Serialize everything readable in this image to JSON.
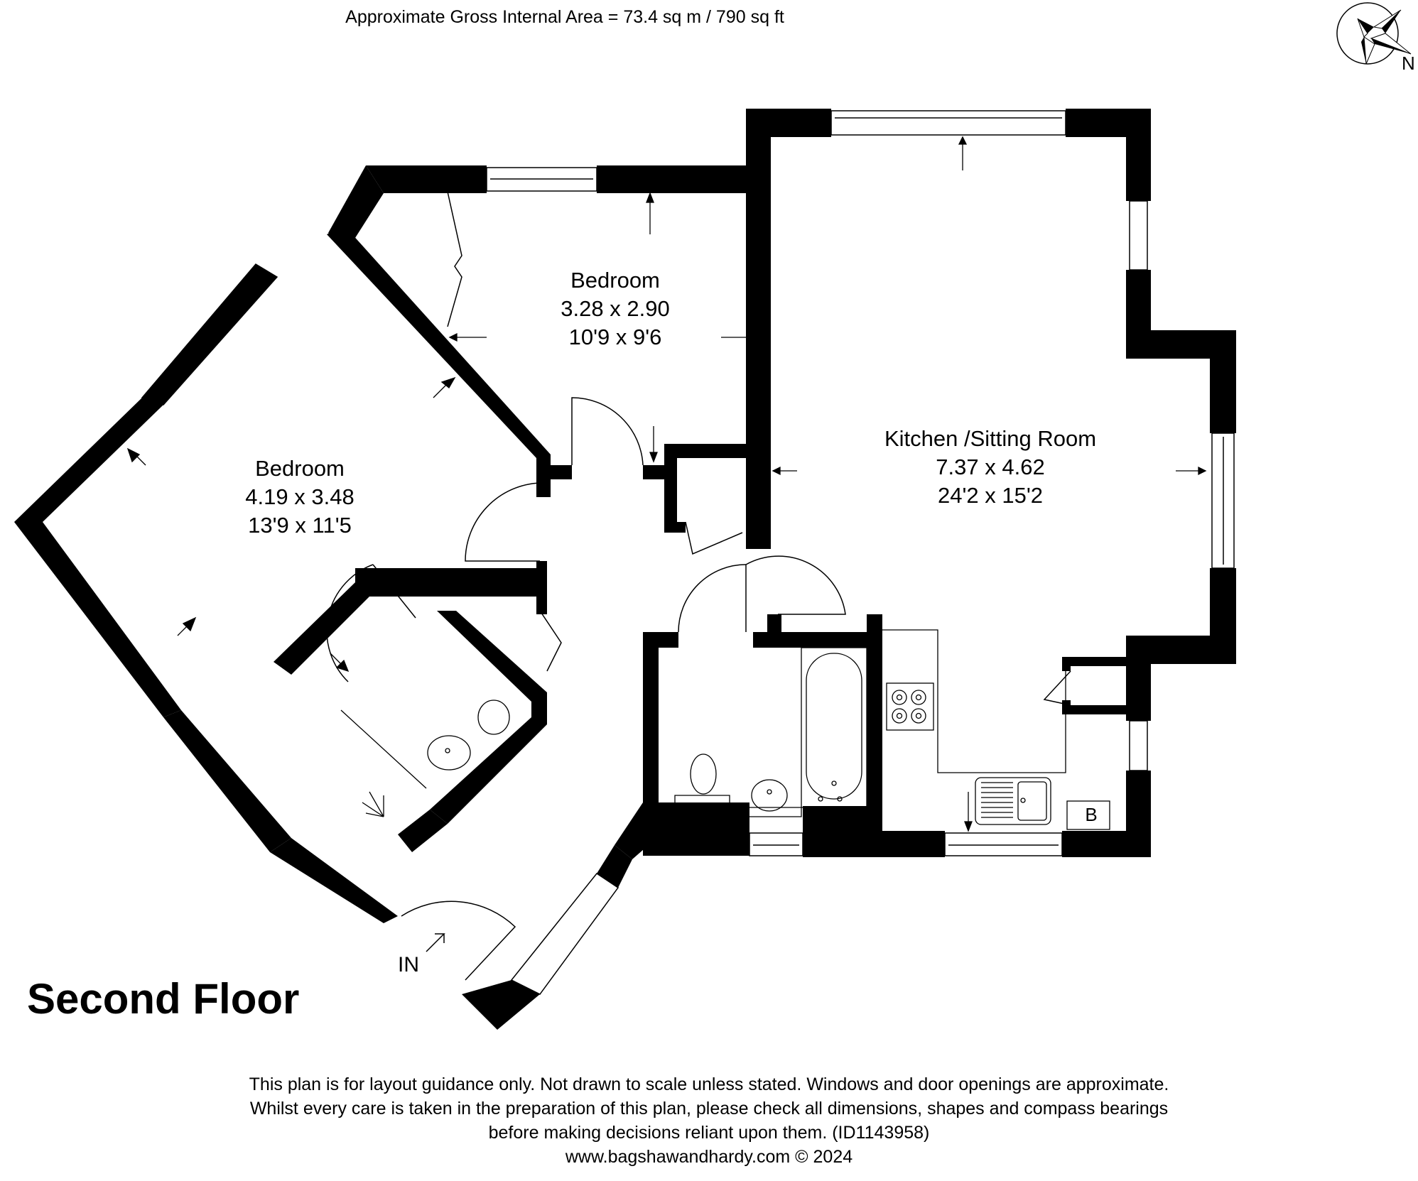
{
  "header": {
    "area_text": "Approximate Gross Internal Area = 73.4 sq m / 790 sq ft"
  },
  "compass": {
    "icon": "compass-rose-icon",
    "direction_label": "N"
  },
  "rooms": [
    {
      "name": "Bedroom",
      "metric": "3.28 x 2.90",
      "imperial": "10'9 x 9'6"
    },
    {
      "name": "Bedroom",
      "metric": "4.19 x 3.48",
      "imperial": "13'9 x 11'5"
    },
    {
      "name": "Kitchen /Sitting Room",
      "metric": "7.37 x 4.62",
      "imperial": "24'2 x 15'2"
    }
  ],
  "fixtures": {
    "boiler_label": "B",
    "entrance_label": "IN"
  },
  "floor": {
    "title": "Second Floor"
  },
  "footer": {
    "line1": "This plan is for layout guidance only. Not drawn to scale unless stated. Windows and door openings are approximate.",
    "line2": "Whilst every care is taken in the preparation of this plan, please check all dimensions, shapes and compass bearings",
    "line3": "before making decisions reliant upon them. (ID1143958)",
    "line4": "www.bagshawandhardy.com © 2024"
  },
  "colors": {
    "wall": "#000000",
    "background": "#ffffff",
    "line": "#000000"
  }
}
